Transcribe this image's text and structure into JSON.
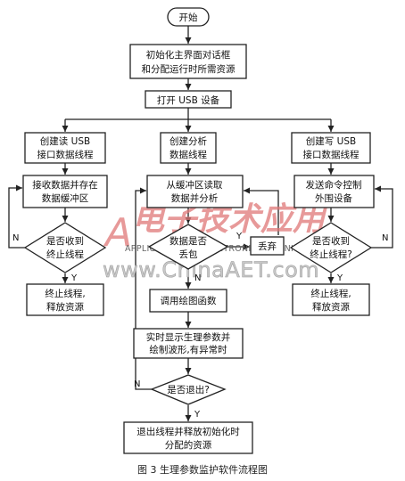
{
  "nodes": {
    "start": "开始",
    "init": [
      "初始化主界面对话框",
      "和分配运行时所需资源"
    ],
    "open_usb": "打开 USB 设备",
    "create_read": [
      "创建读 USB",
      "接口数据线程"
    ],
    "create_analysis": [
      "创建分析",
      "数据线程"
    ],
    "create_write": [
      "创建写 USB",
      "接口数据线程"
    ],
    "recv": [
      "接收数据并存在",
      "数据缓冲区"
    ],
    "read_buf": [
      "从缓冲区读取",
      "数据并分析"
    ],
    "send_cmd": [
      "发送命令控制",
      "外围设备"
    ],
    "recv_check": [
      "是否收到",
      "终止线程"
    ],
    "data_check": [
      "数据是否",
      "丢包"
    ],
    "discard": "丢弃",
    "write_check": [
      "是否收到",
      "终止线程?"
    ],
    "end_left": [
      "终止线程,",
      "释放资源"
    ],
    "plot": "调用绘图函数",
    "end_right": [
      "终止线程,",
      "释放资源"
    ],
    "realtime": [
      "实时显示生理参数并",
      "绘制波形,有异常时"
    ],
    "exit_check": "是否退出?",
    "final": [
      "退出线程并释放初始化时",
      "分配的资源"
    ]
  },
  "branch_labels": {
    "yes": "Y",
    "no": "N"
  },
  "watermark": {
    "brand_cn": "电子技术应用",
    "brand_letter": "A",
    "english": "APPLICATION OF ELECTRONIC TECHNIQUE",
    "url": "www.ChinaAET.com"
  },
  "caption": "图 3  生理参数监护软件流程图",
  "colors": {
    "line": "#222222",
    "watermark_red": "#e07878",
    "watermark_gray": "#999999"
  }
}
